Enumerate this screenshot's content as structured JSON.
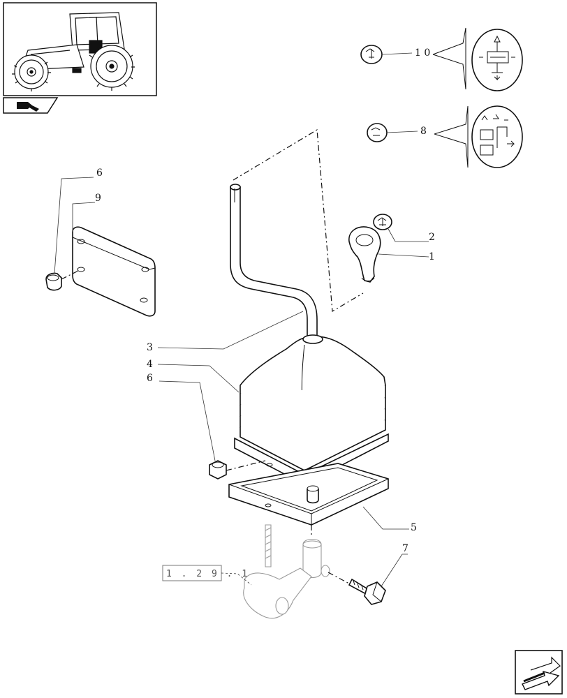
{
  "callouts": {
    "c1": "1",
    "c2": "2",
    "c3": "3",
    "c4": "4",
    "c5": "5",
    "c6a": "6",
    "c6b": "6",
    "c7": "7",
    "c8": "8",
    "c9": "9",
    "c10": "1 0"
  },
  "reference": "1 . 2 9 . 1",
  "icons": {
    "thumbnail": "tractor-overview-icon",
    "section_tag": "section-arrow-icon",
    "nav": "next-page-arrow-icon"
  },
  "colors": {
    "line": "#111111",
    "ghost": "#9a9a9a"
  }
}
